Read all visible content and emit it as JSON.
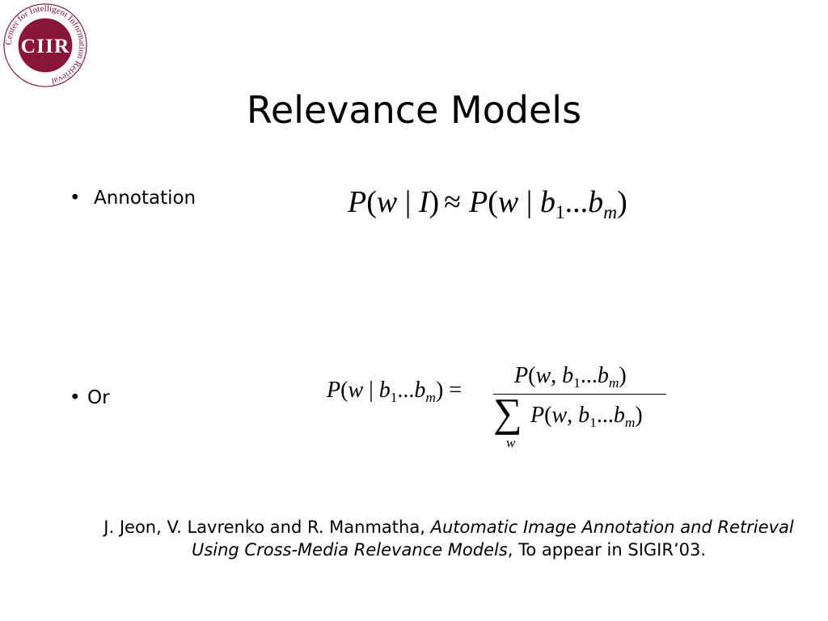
{
  "logo": {
    "text": "CIIR",
    "ring_text": "Center for Intelligent Information Retrieval",
    "color": "#8a1538"
  },
  "slide": {
    "title": "Relevance Models",
    "bullets": [
      {
        "symbol": "•",
        "label": "Annotation"
      },
      {
        "symbol": "•",
        "label": "Or"
      }
    ]
  },
  "citation": {
    "authors": "J. Jeon, V. Lavrenko and R. Manmatha,",
    "paper_title": "Automatic Image Annotation and Retrieval Using Cross-Media Relevance Models",
    "venue": ", To appear in SIGIR’03."
  }
}
